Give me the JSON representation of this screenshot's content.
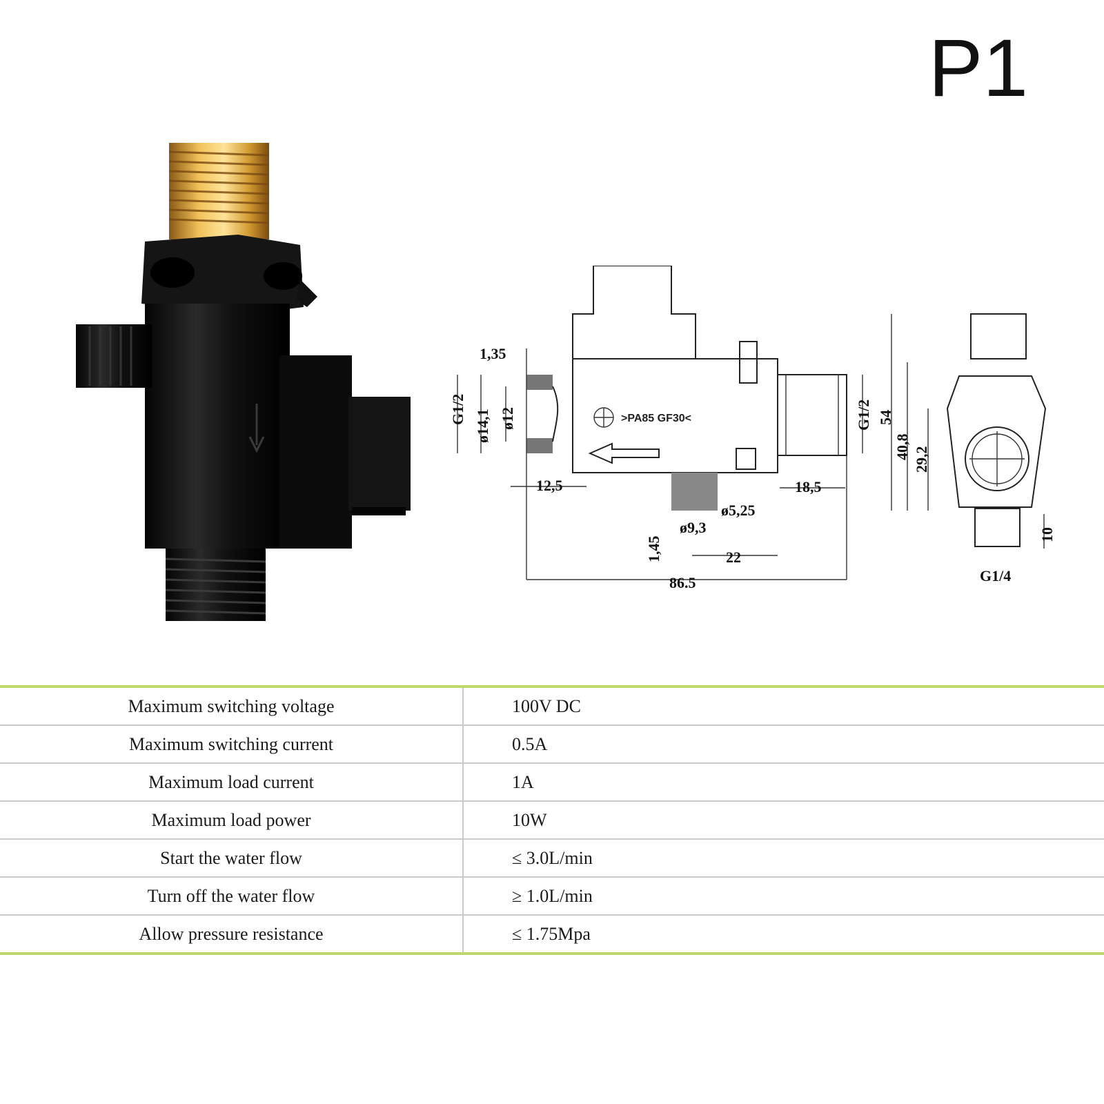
{
  "page_label": "P1",
  "drawing": {
    "marking": ">PA85 GF30<",
    "dimensions": {
      "d_1_35": "1,35",
      "g12_left": "G1/2",
      "d_14_1": "ø14,1",
      "d_12": "ø12",
      "d_12_5": "12,5",
      "d_18_5": "18,5",
      "g12_right": "G1/2",
      "d_5_25": "ø5,25",
      "d_1_45": "1,45",
      "d_9_3": "ø9,3",
      "d_22": "22",
      "d_86_5": "86.5",
      "d_54": "54",
      "d_40_8": "40,8",
      "d_29_2": "29,2",
      "d_10": "10",
      "g14": "G1/4"
    }
  },
  "specs": {
    "rows": [
      {
        "param": "Maximum switching voltage",
        "value": "100V DC"
      },
      {
        "param": "Maximum switching current",
        "value": "0.5A"
      },
      {
        "param": "Maximum load current",
        "value": "1A"
      },
      {
        "param": "Maximum load power",
        "value": "10W"
      },
      {
        "param": "Start the water flow",
        "value": "≤ 3.0L/min"
      },
      {
        "param": "Turn off the water flow",
        "value": "≥ 1.0L/min"
      },
      {
        "param": "Allow pressure resistance",
        "value": "≤ 1.75Mpa"
      }
    ]
  },
  "colors": {
    "accent_line": "#bcd86a",
    "brass": "#d9a441",
    "body": "#111111"
  }
}
